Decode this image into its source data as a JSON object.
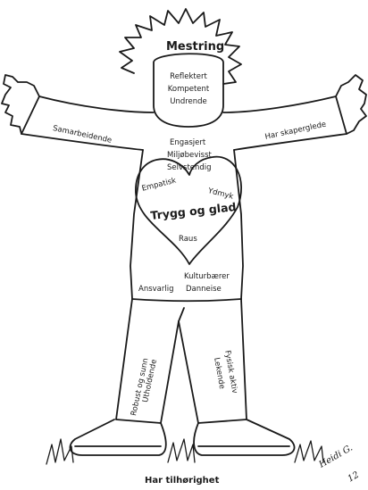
{
  "head": {
    "title": "Mestring",
    "face": [
      "Reflektert",
      "Kompetent",
      "Undrende"
    ]
  },
  "arms": {
    "left": "Samarbeidende",
    "right": "Har skaperglede"
  },
  "torso": [
    "Engasjert",
    "Miljøbevisst",
    "Selvstendig"
  ],
  "heart": {
    "title": "Trygg og glad",
    "words": [
      "Empatisk",
      "Ydmyk",
      "Raus"
    ]
  },
  "lower_torso": {
    "culture": "Kulturbærer",
    "responsible": "Ansvarlig",
    "formation": "Danneise"
  },
  "legs": {
    "left": [
      "Robust og sunn",
      "Utholdende"
    ],
    "right": [
      "Fysisk aktiv",
      "Lekende"
    ]
  },
  "bottom": "Har tilhørighet",
  "signature": [
    "Heidi G.",
    "12"
  ],
  "colors": {
    "ink": "#1a1a1a",
    "paper": "#ffffff"
  }
}
